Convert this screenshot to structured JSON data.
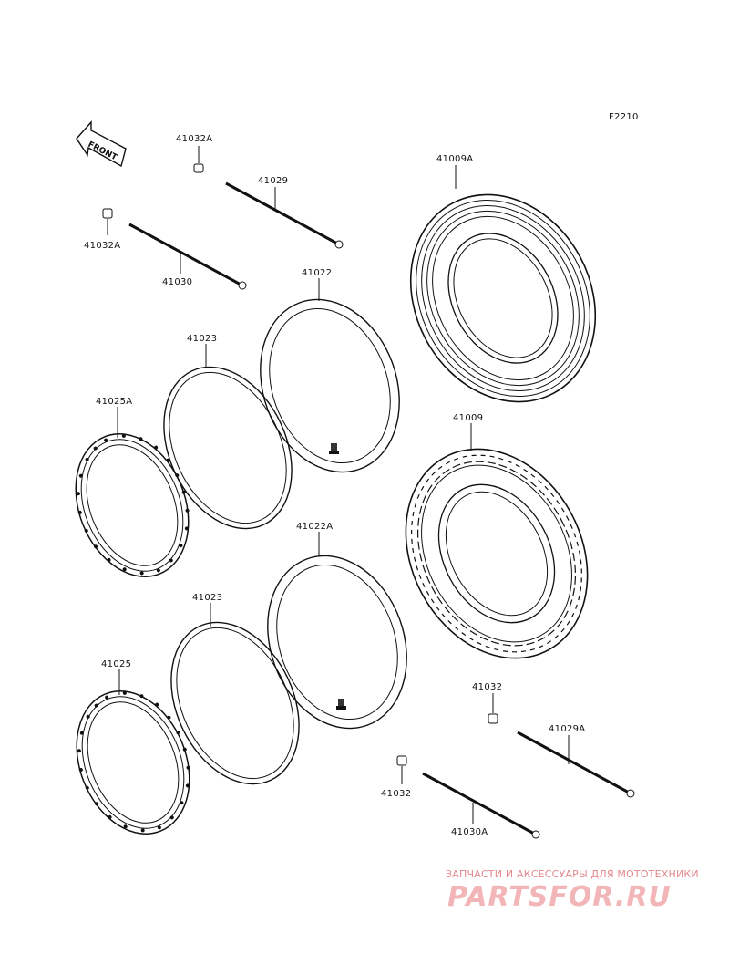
{
  "figure_code": "F2210",
  "front_marker": "FRONT",
  "labels": {
    "p41032A_top": "41032A",
    "p41029": "41029",
    "p41032A_left": "41032A",
    "p41030": "41030",
    "p41009A": "41009A",
    "p41022": "41022",
    "p41023_upper": "41023",
    "p41025A": "41025A",
    "p41009": "41009",
    "p41022A": "41022A",
    "p41023_lower": "41023",
    "p41025": "41025",
    "p41032_right": "41032",
    "p41029A": "41029A",
    "p41032_lower": "41032",
    "p41030A": "41030A"
  },
  "watermark": {
    "tagline": "ЗАПЧАСТИ И АКСЕССУАРЫ ДЛЯ МОТОТЕХНИКИ",
    "logo": "PARTSFOR.RU"
  },
  "colors": {
    "line": "#111111",
    "watermark_text": "#e2898d",
    "watermark_logo": "#f2b5b8"
  }
}
